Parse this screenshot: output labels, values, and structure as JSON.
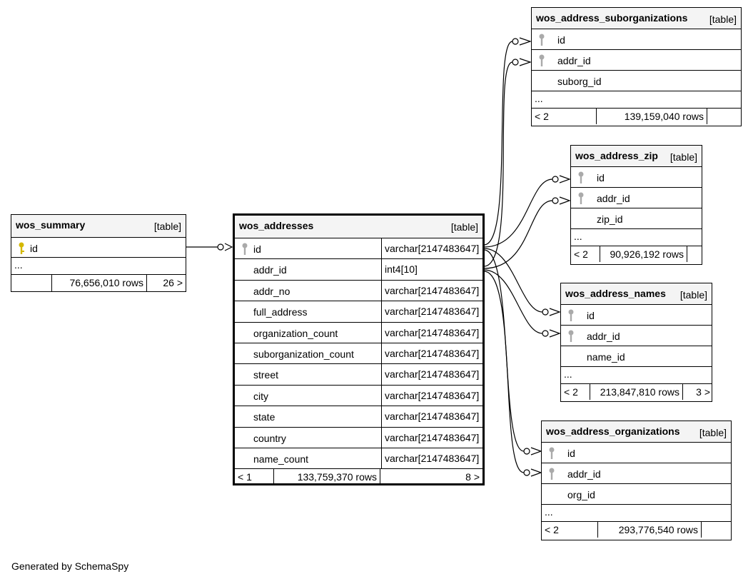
{
  "footer_text": "Generated by SchemaSpy",
  "colors": {
    "primary_key": "#d4b800",
    "foreign_key": "#aaaaaa",
    "header_bg": "#f4f4f4"
  },
  "tables": {
    "summary": {
      "name": "wos_summary",
      "kind": "[table]",
      "cols": [
        "id"
      ],
      "more": "...",
      "left": "",
      "rows": "76,656,010 rows",
      "right": "26 >"
    },
    "addresses": {
      "name": "wos_addresses",
      "kind": "[table]",
      "cols": [
        {
          "name": "id",
          "type": "varchar[2147483647]"
        },
        {
          "name": "addr_id",
          "type": "int4[10]"
        },
        {
          "name": "addr_no",
          "type": "varchar[2147483647]"
        },
        {
          "name": "full_address",
          "type": "varchar[2147483647]"
        },
        {
          "name": "organization_count",
          "type": "varchar[2147483647]"
        },
        {
          "name": "suborganization_count",
          "type": "varchar[2147483647]"
        },
        {
          "name": "street",
          "type": "varchar[2147483647]"
        },
        {
          "name": "city",
          "type": "varchar[2147483647]"
        },
        {
          "name": "state",
          "type": "varchar[2147483647]"
        },
        {
          "name": "country",
          "type": "varchar[2147483647]"
        },
        {
          "name": "name_count",
          "type": "varchar[2147483647]"
        }
      ],
      "left": "< 1",
      "rows": "133,759,370 rows",
      "right": "8 >"
    },
    "suborgs": {
      "name": "wos_address_suborganizations",
      "kind": "[table]",
      "cols": [
        "id",
        "addr_id",
        "suborg_id"
      ],
      "more": "...",
      "left": "< 2",
      "rows": "139,159,040 rows",
      "right": ""
    },
    "zip": {
      "name": "wos_address_zip",
      "kind": "[table]",
      "cols": [
        "id",
        "addr_id",
        "zip_id"
      ],
      "more": "...",
      "left": "< 2",
      "rows": "90,926,192 rows",
      "right": ""
    },
    "names": {
      "name": "wos_address_names",
      "kind": "[table]",
      "cols": [
        "id",
        "addr_id",
        "name_id"
      ],
      "more": "...",
      "left": "< 2",
      "rows": "213,847,810 rows",
      "right": "3 >"
    },
    "orgs": {
      "name": "wos_address_organizations",
      "kind": "[table]",
      "cols": [
        "id",
        "addr_id",
        "org_id"
      ],
      "more": "...",
      "left": "< 2",
      "rows": "293,776,540 rows",
      "right": ""
    }
  }
}
